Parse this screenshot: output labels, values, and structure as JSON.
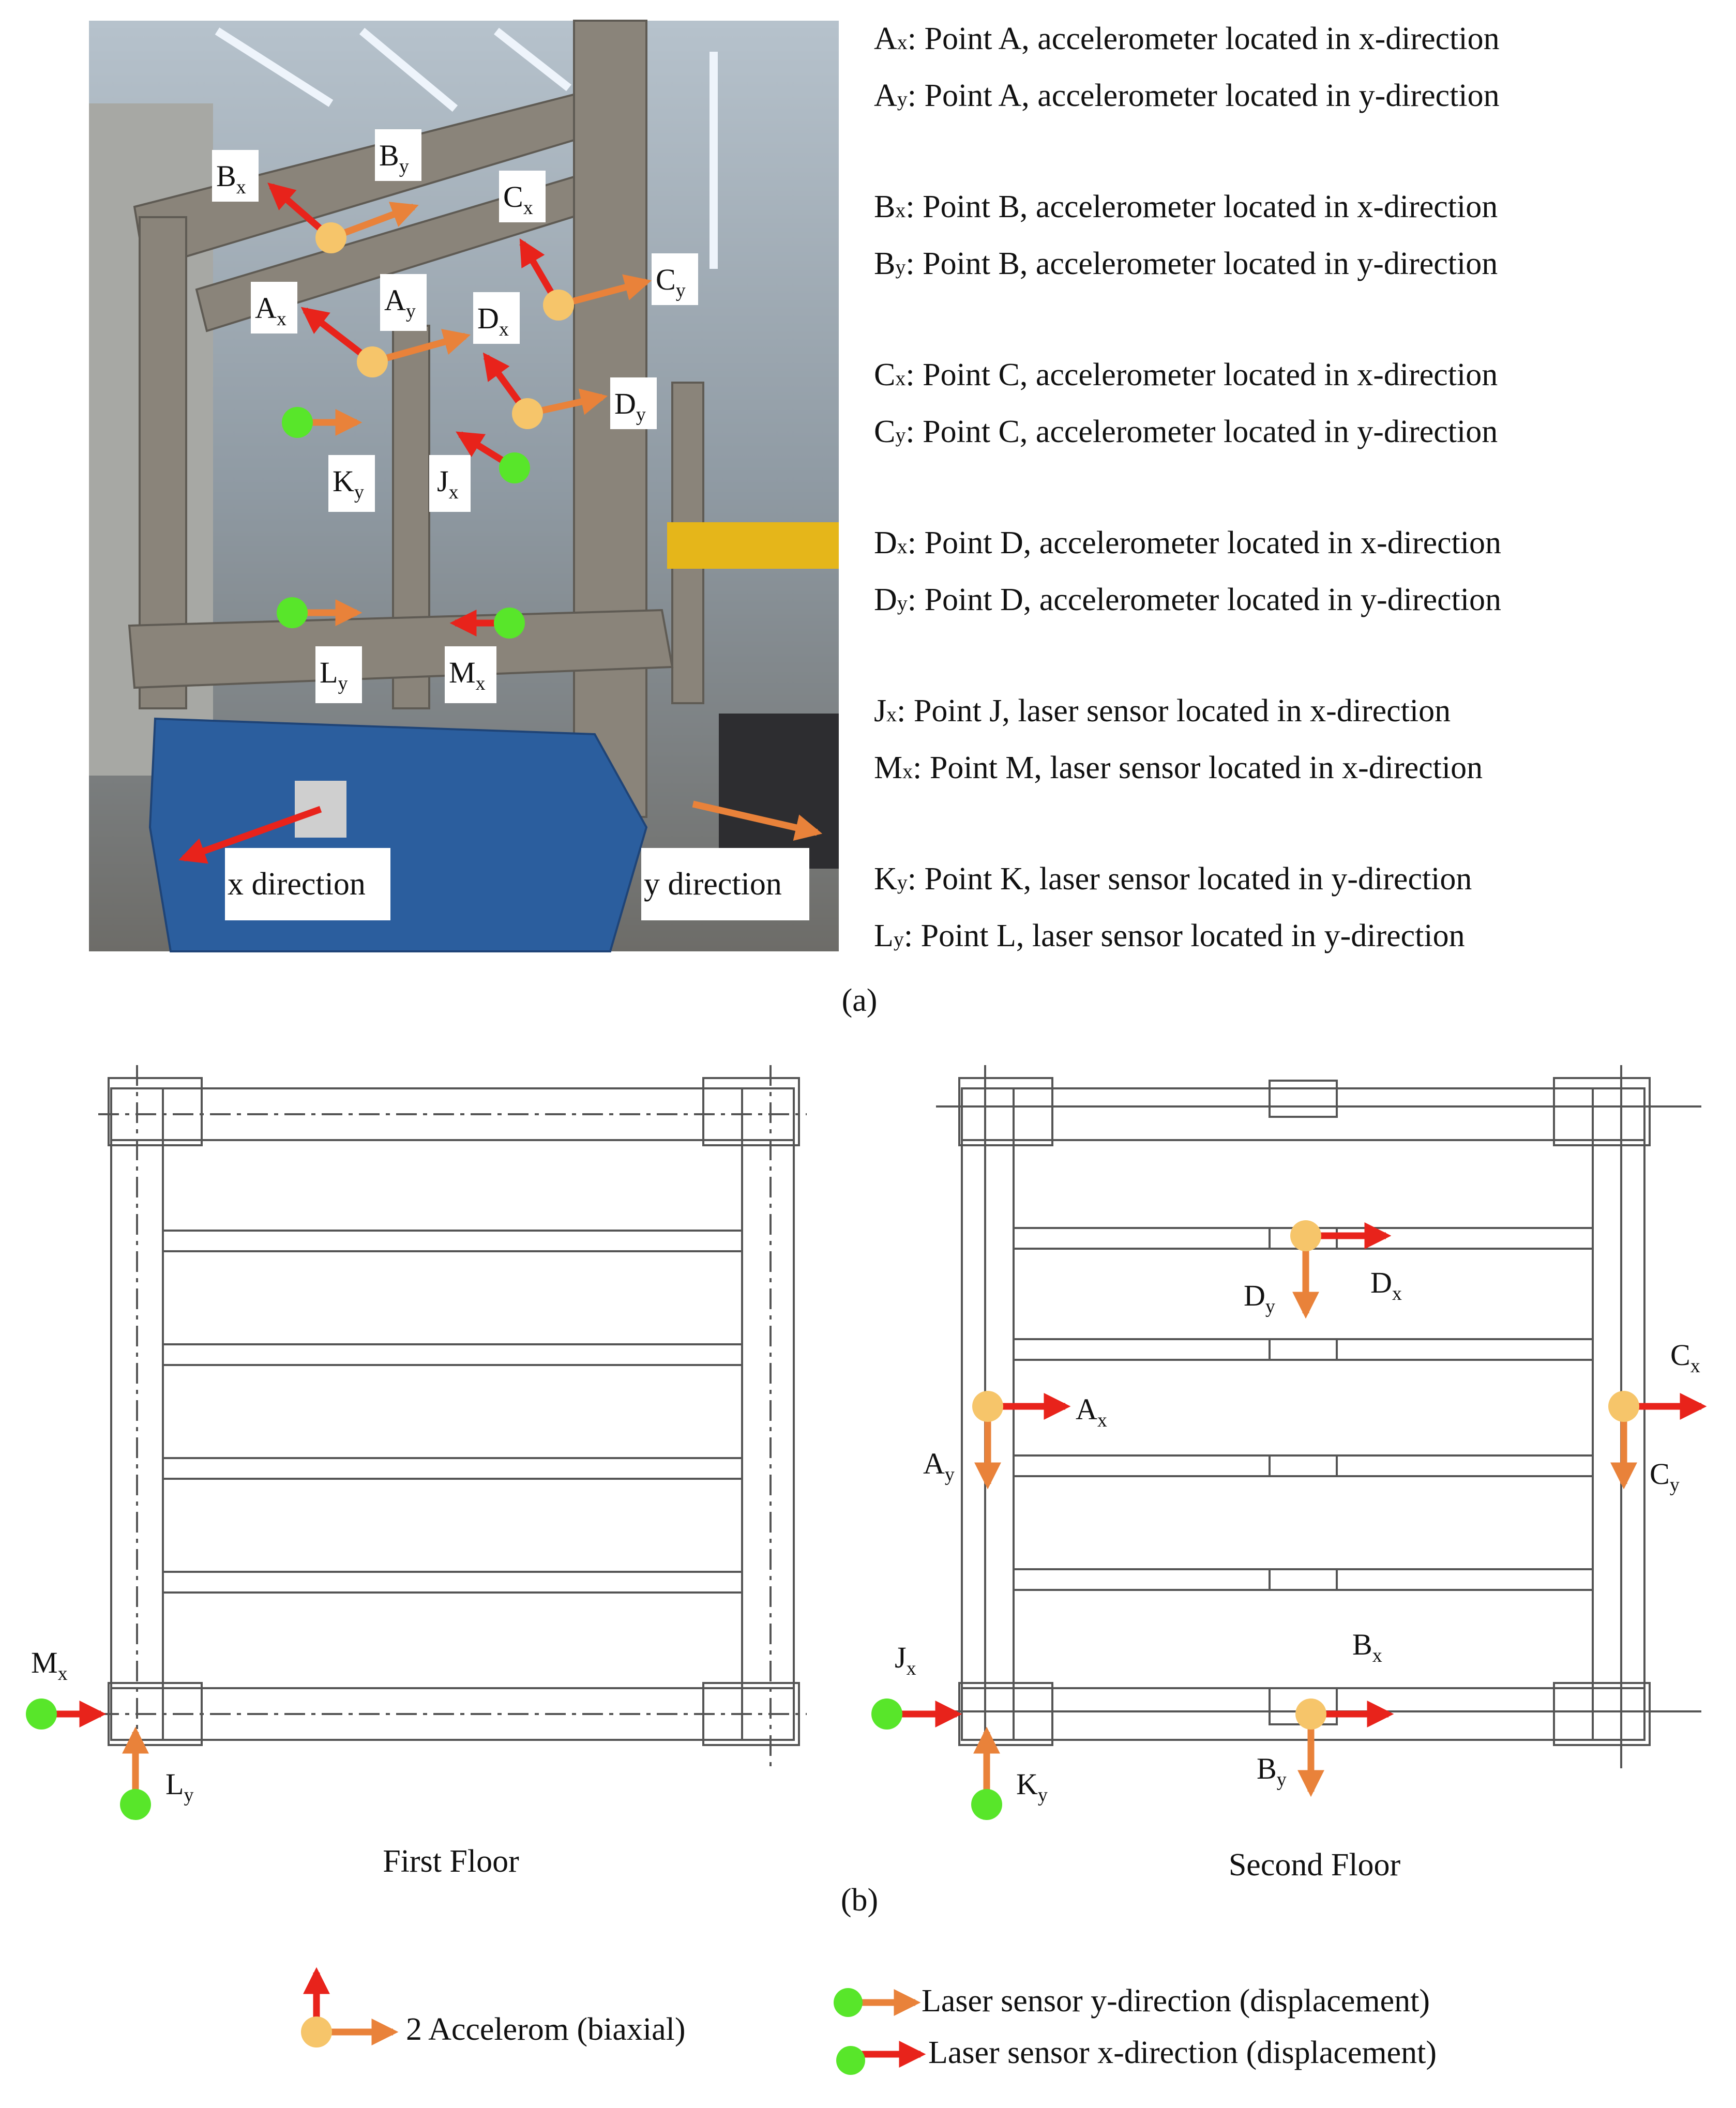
{
  "colors": {
    "accel_dot": "#f6c56a",
    "accel_arrow_x": "#e8231b",
    "accel_arrow_y": "#e9823a",
    "laser_dot": "#58e62a",
    "laser_arrow_y": "#e9823a",
    "laser_arrow_x": "#e8231b",
    "photo_sky": "#9fb0bf",
    "photo_frame": "#8f8a80",
    "shake_table": "#2b5e9e"
  },
  "photo_labels": {
    "Bx": {
      "m": "B",
      "s": "x"
    },
    "By": {
      "m": "B",
      "s": "y"
    },
    "Cx": {
      "m": "C",
      "s": "x"
    },
    "Cy": {
      "m": "C",
      "s": "y"
    },
    "Ax": {
      "m": "A",
      "s": "x"
    },
    "Ay": {
      "m": "A",
      "s": "y"
    },
    "Dx": {
      "m": "D",
      "s": "x"
    },
    "Dy": {
      "m": "D",
      "s": "y"
    },
    "Ky": {
      "m": "K",
      "s": "y"
    },
    "Jx": {
      "m": "J",
      "s": "x"
    },
    "Ly": {
      "m": "L",
      "s": "y"
    },
    "Mx": {
      "m": "M",
      "s": "x"
    },
    "x_direction": "x direction",
    "y_direction": "y direction"
  },
  "legend_a": [
    {
      "m": "A",
      "s": "x",
      "text": ": Point A, accelerometer located in x-direction"
    },
    {
      "m": "A",
      "s": "y",
      "text": ": Point A, accelerometer located in y-direction"
    },
    {
      "m": "B",
      "s": "x",
      "text": ": Point B, accelerometer located in x-direction"
    },
    {
      "m": "B",
      "s": "y",
      "text": ": Point B, accelerometer located in y-direction"
    },
    {
      "m": "C",
      "s": "x",
      "text": ": Point C, accelerometer located in x-direction"
    },
    {
      "m": "C",
      "s": "y",
      "text": ": Point C, accelerometer located in y-direction"
    },
    {
      "m": "D",
      "s": "x",
      "text": ": Point D, accelerometer located in x-direction"
    },
    {
      "m": "D",
      "s": "y",
      "text": ": Point D, accelerometer located in y-direction"
    },
    {
      "m": "J",
      "s": "x",
      "text": ": Point J, laser sensor located in x-direction"
    },
    {
      "m": "M",
      "s": "x",
      "text": ": Point M, laser sensor located in x-direction"
    },
    {
      "m": "K",
      "s": "y",
      "text": ": Point K, laser sensor located in y-direction"
    },
    {
      "m": "L",
      "s": "y",
      "text": ": Point L, laser sensor located in y-direction"
    }
  ],
  "caption_a": "(a)",
  "caption_b": "(b)",
  "plan_labels": {
    "first_floor": "First Floor",
    "second_floor": "Second Floor",
    "Mx": {
      "m": "M",
      "s": "x"
    },
    "Ly": {
      "m": "L",
      "s": "y"
    },
    "Jx": {
      "m": "J",
      "s": "x"
    },
    "Ky": {
      "m": "K",
      "s": "y"
    },
    "Ax": {
      "m": "A",
      "s": "x"
    },
    "Ay": {
      "m": "A",
      "s": "y"
    },
    "Bx": {
      "m": "B",
      "s": "x"
    },
    "By": {
      "m": "B",
      "s": "y"
    },
    "Cx": {
      "m": "C",
      "s": "x"
    },
    "Cy": {
      "m": "C",
      "s": "y"
    },
    "Dx": {
      "m": "D",
      "s": "x"
    },
    "Dy": {
      "m": "D",
      "s": "y"
    }
  },
  "bottom_legend": {
    "accel": "2 Accelerom (biaxial)",
    "laser_y": "Laser sensor y-direction (displacement)",
    "laser_x": "Laser sensor x-direction (displacement)"
  }
}
